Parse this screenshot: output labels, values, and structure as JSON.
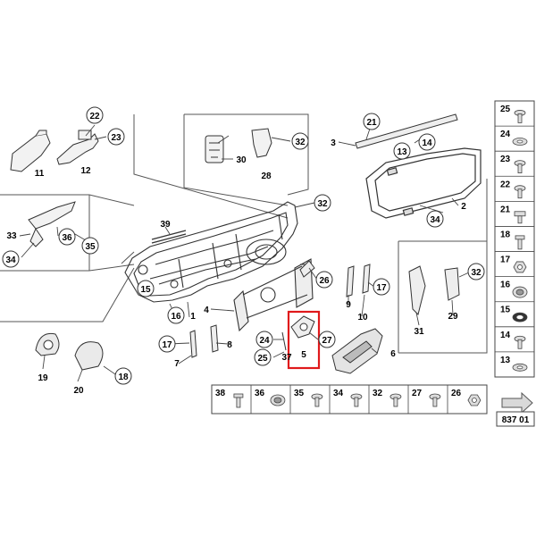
{
  "diagram": {
    "page_code": "837 01",
    "callouts": [
      "1",
      "2",
      "3",
      "4",
      "5",
      "6",
      "7",
      "8",
      "9",
      "10",
      "11",
      "12",
      "13",
      "14",
      "15",
      "16",
      "17",
      "18",
      "19",
      "20",
      "21",
      "22",
      "23",
      "24",
      "25",
      "26",
      "27",
      "28",
      "29",
      "30",
      "31",
      "32",
      "33",
      "34",
      "35",
      "36",
      "37",
      "38",
      "39"
    ],
    "highlighted_callout": "5",
    "highlight_color": "#e0191b"
  },
  "side_panel": {
    "items": [
      {
        "num": "25",
        "icon": "screw-icon"
      },
      {
        "num": "24",
        "icon": "washer-icon"
      },
      {
        "num": "23",
        "icon": "bolt-icon"
      },
      {
        "num": "22",
        "icon": "flange-bolt-icon"
      },
      {
        "num": "21",
        "icon": "clip-icon"
      },
      {
        "num": "18",
        "icon": "stud-icon"
      },
      {
        "num": "17",
        "icon": "nut-icon"
      },
      {
        "num": "16",
        "icon": "grommet-icon"
      },
      {
        "num": "15",
        "icon": "ring-icon"
      },
      {
        "num": "14",
        "icon": "countersunk-screw-icon"
      },
      {
        "num": "13",
        "icon": "flat-washer-icon"
      }
    ]
  },
  "bottom_panel": {
    "items": [
      {
        "num": "38",
        "icon": "long-screw-icon"
      },
      {
        "num": "36",
        "icon": "grommet-icon"
      },
      {
        "num": "35",
        "icon": "bolt-icon"
      },
      {
        "num": "34",
        "icon": "screw-icon"
      },
      {
        "num": "32",
        "icon": "bolt-icon"
      },
      {
        "num": "27",
        "icon": "bolt-icon"
      },
      {
        "num": "26",
        "icon": "nut-icon"
      }
    ]
  }
}
